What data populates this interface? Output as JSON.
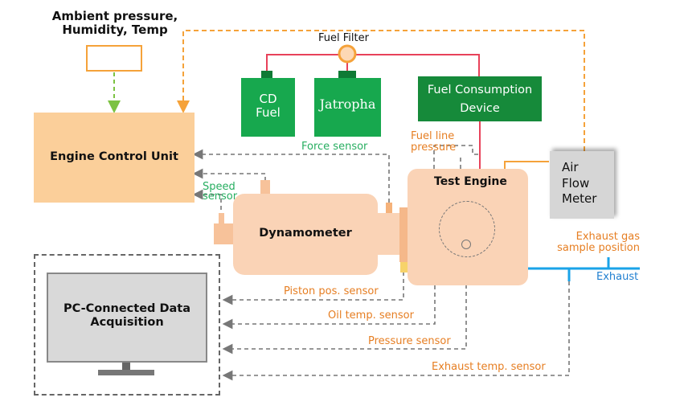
{
  "diagram": {
    "ambient": {
      "label": "Ambient pressure,\nHumidity, Temp"
    },
    "ecu": {
      "label": "Engine Control Unit"
    },
    "fuel_filter": {
      "label": "Fuel Filter"
    },
    "tanks": [
      {
        "label": "CD\nFuel"
      },
      {
        "label": "Jatropha"
      }
    ],
    "fuel_consumption": {
      "label": "Fuel Consumption\nDevice"
    },
    "fuel_line_pressure": {
      "label": "Fuel line\npressure"
    },
    "test_engine": {
      "label": "Test Engine"
    },
    "air_flow_meter": {
      "label": "Air\nFlow\nMeter"
    },
    "dynamometer": {
      "label": "Dynamometer"
    },
    "force_sensor": {
      "label": "Force sensor"
    },
    "speed_sensor": {
      "label": "Speed\nsensor"
    },
    "exhaust_gas_sample": {
      "label": "Exhaust gas\nsample position"
    },
    "exhaust": {
      "label": "Exhaust"
    },
    "daq": {
      "label": "PC-Connected Data\nAcquisition"
    },
    "sensors": [
      {
        "label": "Piston pos. sensor"
      },
      {
        "label": "Oil temp. sensor"
      },
      {
        "label": "Pressure sensor"
      },
      {
        "label": "Exhaust temp. sensor"
      }
    ],
    "colors": {
      "ecu_fill": "#fbcf9a",
      "engine_fill": "#fad3b6",
      "tank_green": "#17a84e",
      "device_green": "#168a3a",
      "fuel_line": "#e8425a",
      "signal_orange": "#f5a23a",
      "signal_grey": "#777777",
      "ambient_green": "#7cc242",
      "exhaust_blue": "#1aa3e8",
      "afm_grey": "#d6d6d6"
    }
  }
}
